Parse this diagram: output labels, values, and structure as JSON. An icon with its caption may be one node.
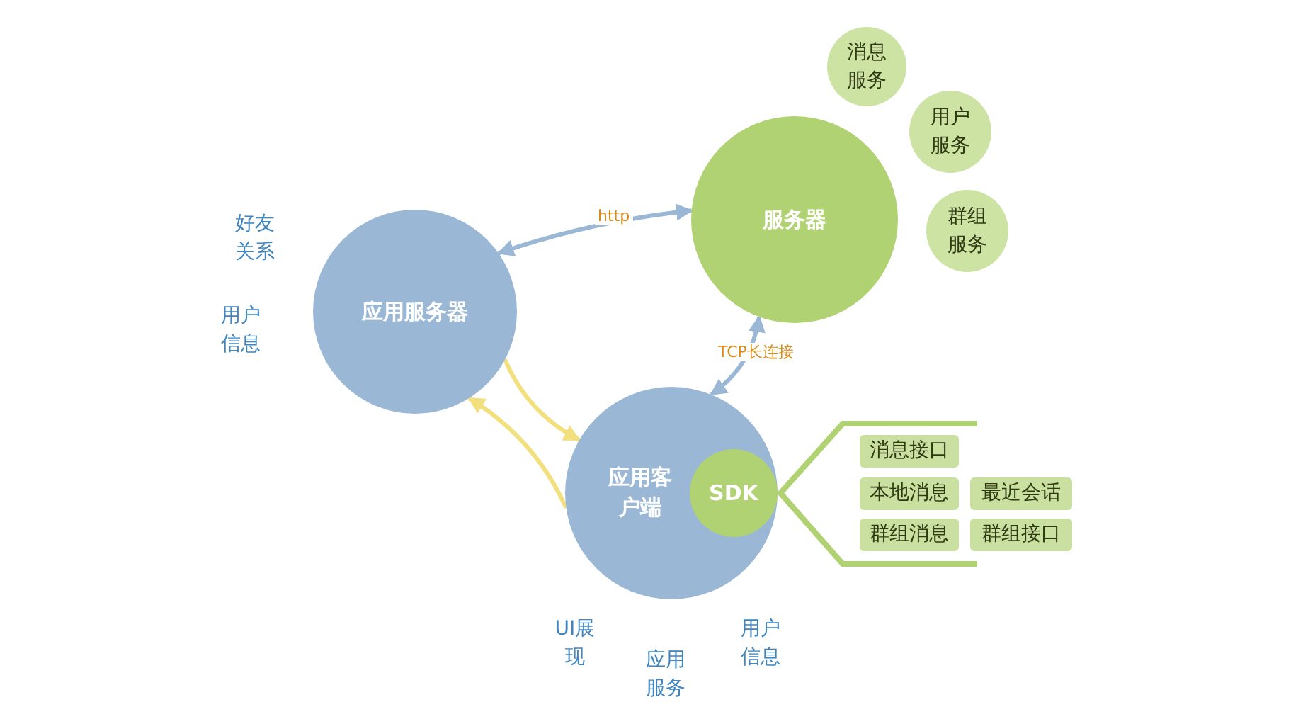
{
  "diagram": {
    "nodes": [
      {
        "text": [
          "应用服务器"
        ]
      },
      {
        "text": [
          "服务器"
        ]
      },
      {
        "text": [
          "消息服务"
        ]
      },
      {
        "text": [
          "用户服务"
        ]
      },
      {
        "text": [
          "群组服务"
        ]
      },
      {
        "text": [
          "应用客户端"
        ]
      },
      {
        "text": [
          "SDK"
        ],
        "in": 5
      },
      {
        "text": [
          "消息接口"
        ]
      },
      {
        "text": [
          "本地消息"
        ]
      },
      {
        "text": [
          "最近会话"
        ]
      },
      {
        "text": [
          "群组消息"
        ]
      },
      {
        "text": [
          "群组接口"
        ]
      }
    ],
    "edges": [
      {
        "from": 0,
        "to": 1,
        "arrow": "both",
        "label": "http"
      },
      {
        "from": 1,
        "to": 5,
        "arrow": "both",
        "label": "TCP长连接"
      },
      {
        "from": 0,
        "to": 5,
        "arrow": "to",
        "color": "#f2df7e"
      },
      {
        "from": 5,
        "to": 0,
        "arrow": "to",
        "color": "#f2df7e"
      }
    ],
    "labels": [
      "好友关系",
      "用户信息",
      "UI展现",
      "应用服务",
      "用户信息"
    ]
  }
}
